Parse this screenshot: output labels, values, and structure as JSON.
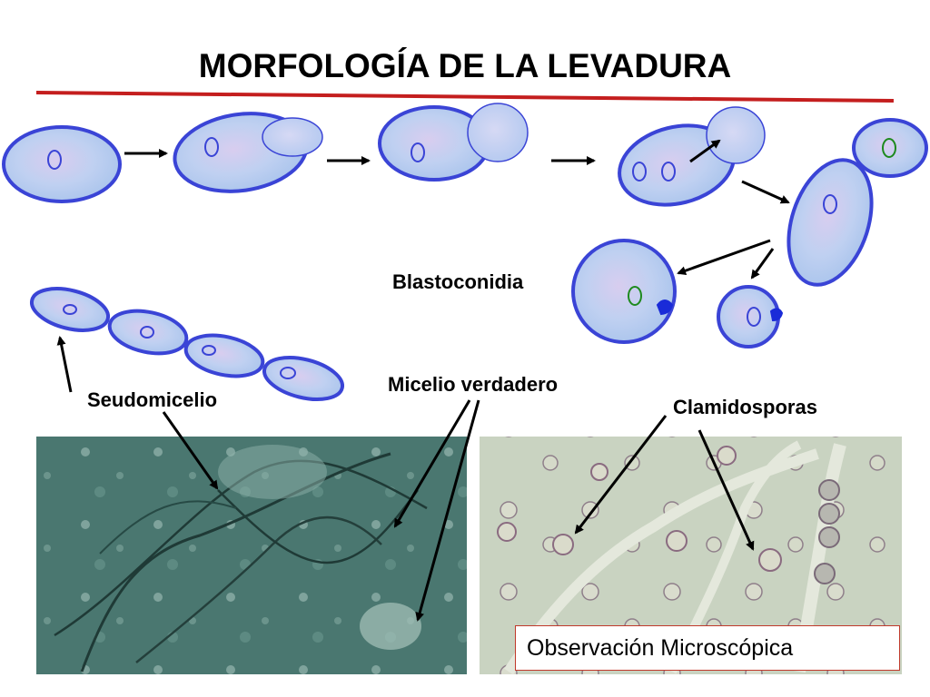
{
  "title": "MORFOLOGÍA DE LA LEVADURA",
  "labels": {
    "blastoconidia": "Blastoconidia",
    "seudomicelio": "Seudomicelio",
    "micelio_verdadero": "Micelio verdadero",
    "clamidosporas": "Clamidosporas"
  },
  "caption": "Observación Microscópica",
  "colors": {
    "title_rule": "#c41e1e",
    "cell_border": "#3a44d6",
    "cell_fill": "#b9cbef",
    "nucleus_blue": "#3a44d6",
    "nucleus_green": "#1e8a1e",
    "micro_left_bg": "#4f7a72",
    "micro_right_bg": "#c7d2bf"
  }
}
